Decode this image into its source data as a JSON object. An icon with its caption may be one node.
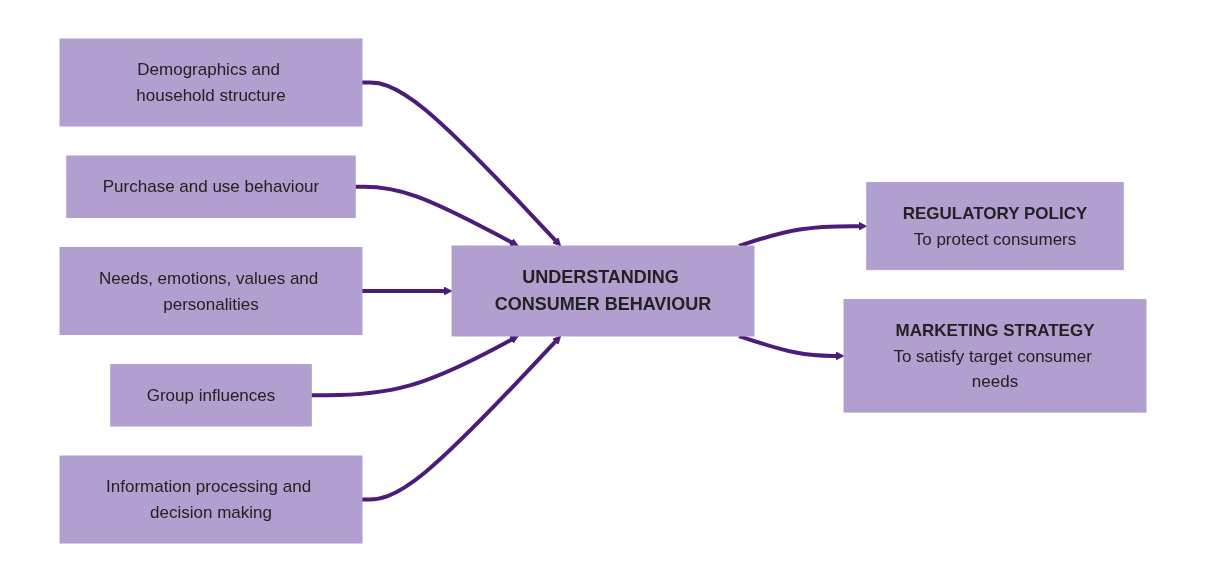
{
  "diagram": {
    "nodes": [
      {
        "text": [
          "Demographics and household structure"
        ]
      },
      {
        "text": [
          "Purchase and use behaviour"
        ]
      },
      {
        "text": [
          "Needs, emotions, values and personalities"
        ]
      },
      {
        "text": [
          "UNDERSTANDING CONSUMER BEHAVIOUR"
        ]
      },
      {
        "text": [
          "REGULATORY POLICY",
          "To protect consumers"
        ]
      },
      {
        "text": [
          "Group influences"
        ]
      },
      {
        "text": [
          "Information processing and decision making"
        ]
      },
      {
        "text": [
          "MARKETING STRATEGY",
          "To satisfy target consumer needs"
        ]
      }
    ],
    "edges": [
      {
        "from": 0,
        "to": 3,
        "arrow": "to"
      },
      {
        "from": 1,
        "to": 3,
        "arrow": "to"
      },
      {
        "from": 2,
        "to": 3,
        "arrow": "to"
      },
      {
        "from": 5,
        "to": 3,
        "arrow": "to"
      },
      {
        "from": 6,
        "to": 3,
        "arrow": "to"
      },
      {
        "from": 3,
        "to": 4,
        "arrow": "to"
      },
      {
        "from": 3,
        "to": 7,
        "arrow": "to"
      }
    ]
  }
}
